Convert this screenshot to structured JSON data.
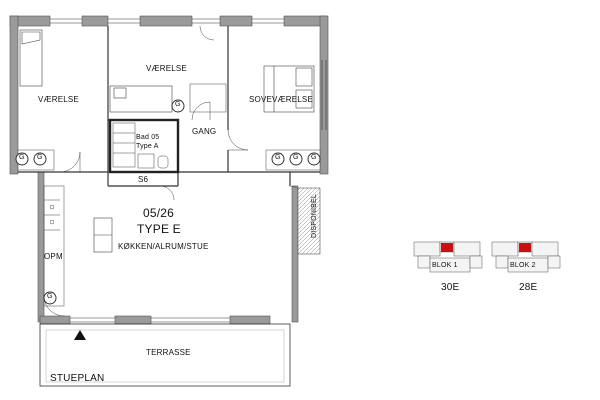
{
  "rooms": {
    "bedroom_left": "VÆRELSE",
    "bedroom_middle": "VÆRELSE",
    "master_bedroom": "SOVEVÆRELSE",
    "hall": "GANG",
    "bathroom_name": "Bad 05",
    "bathroom_type": "Type A",
    "shaft": "S6",
    "storage": "OPM",
    "available": "DISPONIBEL",
    "kitchen_living": "KØKKEN/ALRUM/STUE",
    "terrace": "TERRASSE",
    "floor": "STUEPLAN"
  },
  "apartment": {
    "number": "05/26",
    "type": "TYPE E"
  },
  "key_plans": [
    {
      "block": "BLOK 1",
      "unit": "30E"
    },
    {
      "block": "BLOK 2",
      "unit": "28E"
    }
  ],
  "symbols": {
    "outlet_glyph": "G"
  },
  "colors": {
    "wall": "#9a9a9a",
    "wall_outline": "#555555",
    "line": "#333333",
    "highlight": "#cc1010"
  }
}
